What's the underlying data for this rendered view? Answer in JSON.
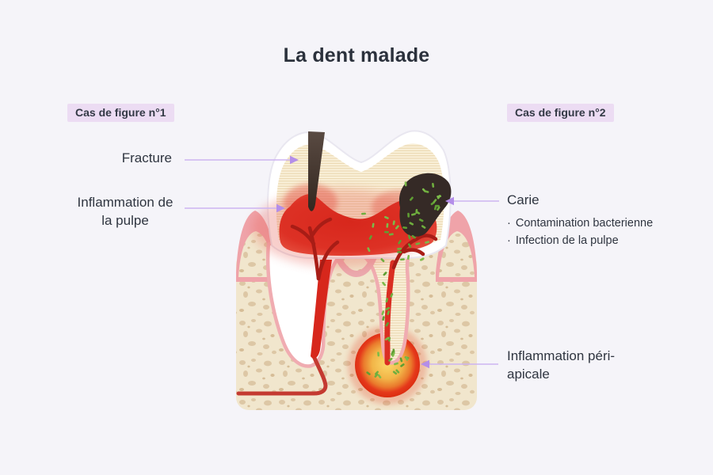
{
  "title": "La dent malade",
  "cases": [
    {
      "label": "Cas de figure n°1"
    },
    {
      "label": "Cas de figure n°2"
    }
  ],
  "annotations": {
    "fracture": {
      "label": "Fracture"
    },
    "pulp_inflammation": {
      "label": "Inflammation de la pulpe"
    },
    "carie": {
      "label": "Carie",
      "bullet_char": "·",
      "bullets": [
        "Contamination bacterienne",
        "Infection de la pulpe"
      ]
    },
    "periapical": {
      "label": "Inflammation péri-apicale"
    }
  },
  "colors": {
    "background": "#f5f4f9",
    "text": "#2f3540",
    "badge_bg": "#ecdcf3",
    "arrow_line": "#cdb3f1",
    "arrow_head": "#b48ee9",
    "enamel": "#ffffff",
    "dentin": "#faf1da",
    "dentin_hatch": "#e8d4a9",
    "pulp_red": "#d7271c",
    "vessel_dark_red": "#a81d16",
    "gum_pink": "#efa3a9",
    "ligament_pink": "#f0acb1",
    "bone_beige": "#f1e6cd",
    "bone_spot": "#ddc7a5",
    "caries_brown": "#352a26",
    "bacteria_green": "#6fae3e",
    "lesion_core_orange": "#f5b54e",
    "lesion_ring_red": "#e2330f",
    "fracture_dark": "#3e312c"
  }
}
